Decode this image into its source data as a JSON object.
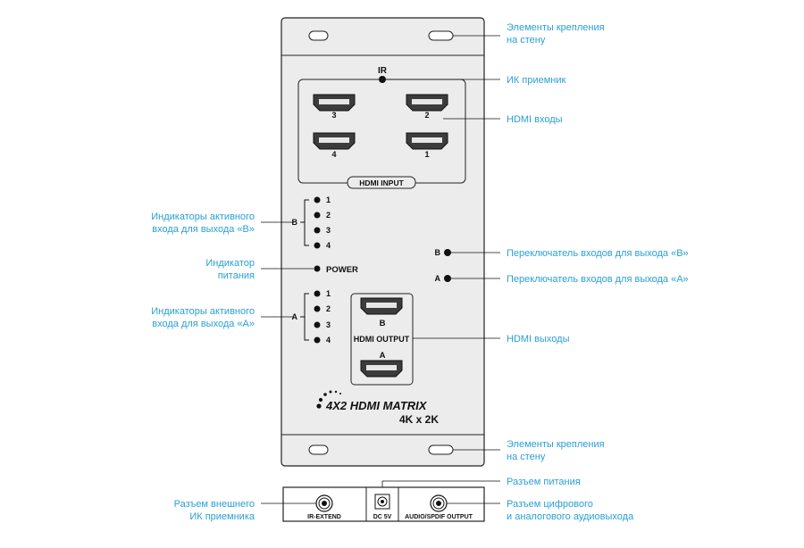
{
  "device": {
    "ir_label": "IR",
    "hdmi_inputs": {
      "ports": [
        "3",
        "2",
        "4",
        "1"
      ],
      "caption": "HDMI INPUT"
    },
    "indicators_b": {
      "letter": "B",
      "items": [
        "1",
        "2",
        "3",
        "4"
      ]
    },
    "power_label": "POWER",
    "indicators_a": {
      "letter": "A",
      "items": [
        "1",
        "2",
        "3",
        "4"
      ]
    },
    "hdmi_output": {
      "top": "B",
      "caption": "HDMI OUTPUT",
      "bottom": "A"
    },
    "switch_b": "B",
    "switch_a": "A",
    "brand": {
      "line1": "4X2 HDMI MATRIX",
      "line2": "4K x 2K"
    },
    "back_panel": {
      "ir_extend": "IR-EXTEND",
      "dc": "DC 5V",
      "audio": "AUDIO/SPDIF OUTPUT"
    }
  },
  "callouts": {
    "mount_top": [
      "Элементы крепления",
      "на стену"
    ],
    "ir_receiver": "ИК приемник",
    "hdmi_inputs": "HDMI входы",
    "switch_b": "Переключатель входов для выхода «B»",
    "switch_a": "Переключатель входов для выхода «A»",
    "hdmi_outputs": "HDMI выходы",
    "mount_bottom": [
      "Элементы крепления",
      "на стену"
    ],
    "power_jack": "Разъем питания",
    "audio_out": [
      "Разъем цифрового",
      "и аналогового аудиовыхода"
    ],
    "ind_b": [
      "Индикаторы активного",
      "входа для выхода «B»"
    ],
    "power_ind": [
      "Индикатор",
      "питания"
    ],
    "ind_a": [
      "Индикаторы активного",
      "входа для выхода «A»"
    ],
    "ext_ir": [
      "Разъем внешнего",
      "ИК приемника"
    ]
  },
  "colors": {
    "callout": "#2a9fd6",
    "device_fill": "#ececec",
    "line": "#222222"
  }
}
